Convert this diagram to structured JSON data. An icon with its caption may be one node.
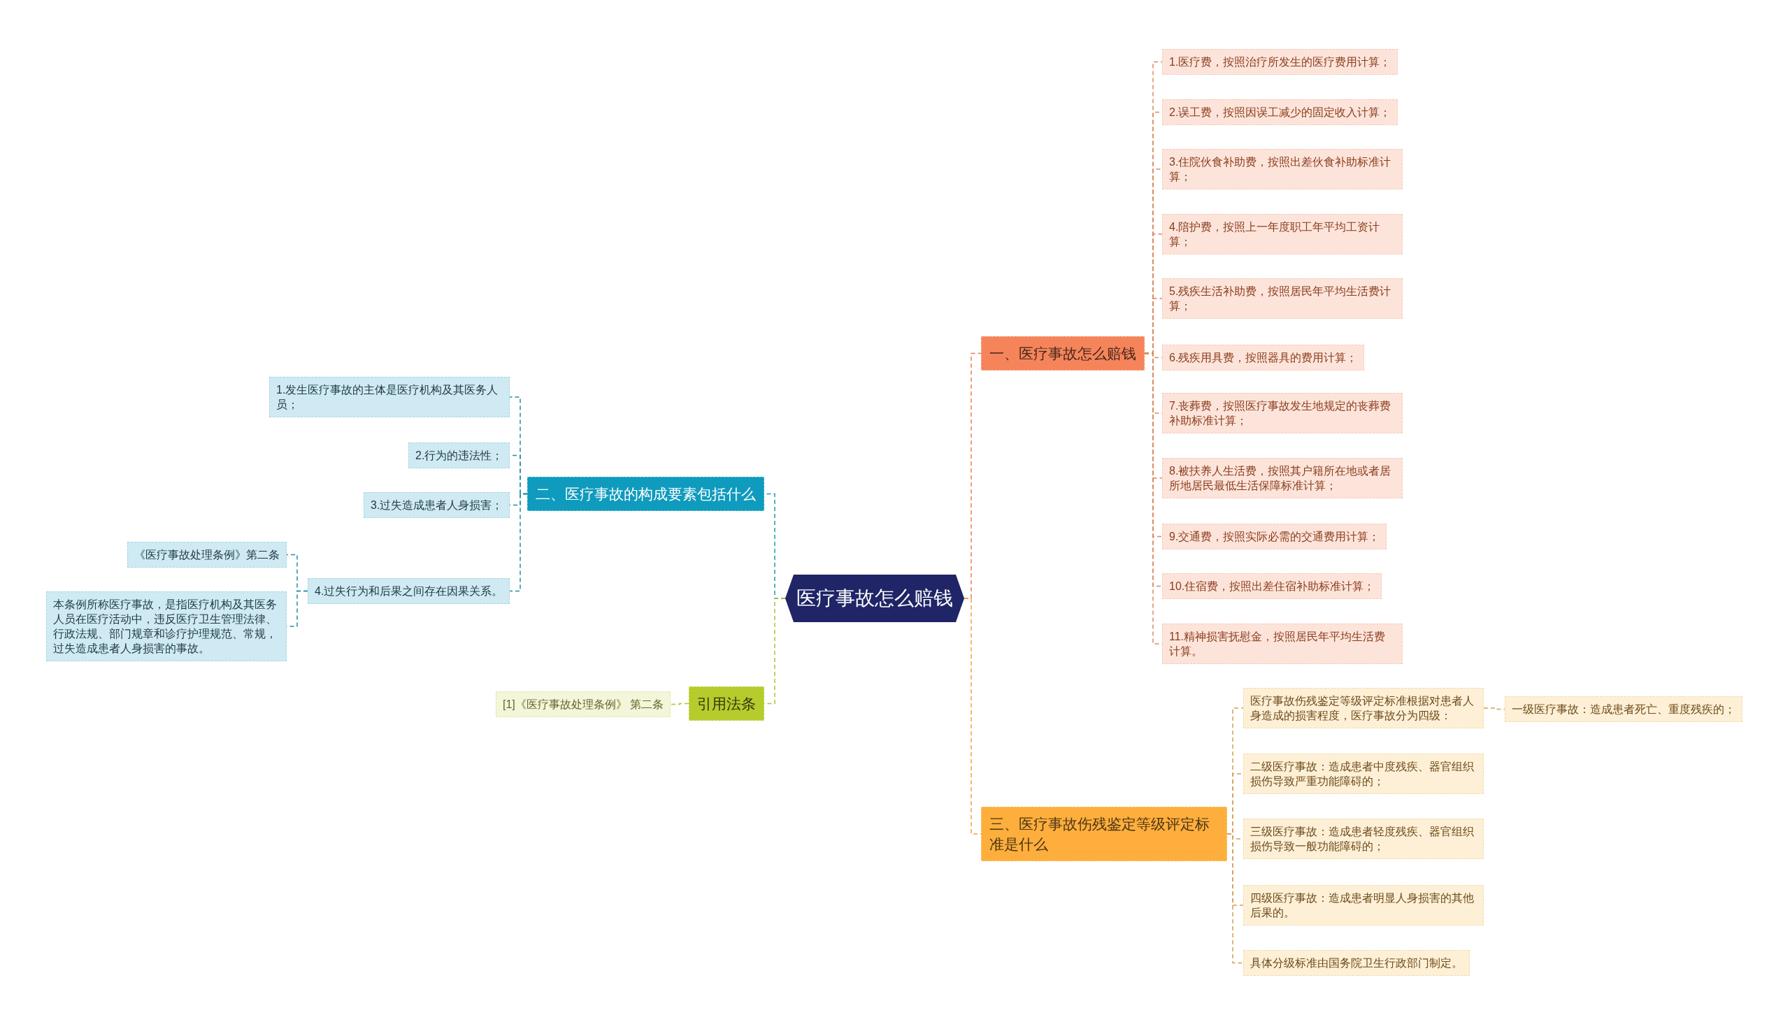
{
  "diagram": {
    "nodes": [
      {
        "text": [
          "医疗事故怎么赔钱"
        ]
      },
      {
        "text": [
          "一、医疗事故怎么赔钱"
        ]
      },
      {
        "text": [
          "1.医疗费，按照治疗所发生的医疗费用计算；"
        ]
      },
      {
        "text": [
          "2.误工费，按照因误工减少的固定收入计算；"
        ]
      },
      {
        "text": [
          "3.住院伙食补助费，按照出差伙食补助标准计算；"
        ]
      },
      {
        "text": [
          "4.陪护费，按照上一年度职工年平均工资计算；"
        ]
      },
      {
        "text": [
          "5.残疾生活补助费，按照居民年平均生活费计算；"
        ]
      },
      {
        "text": [
          "6.残疾用具费，按照器具的费用计算；"
        ]
      },
      {
        "text": [
          "7.丧葬费，按照医疗事故发生地规定的丧葬费补助标准计算；"
        ]
      },
      {
        "text": [
          "8.被扶养人生活费，按照其户籍所在地或者居所地居民最低生活保障标准计算；"
        ]
      },
      {
        "text": [
          "9.交通费，按照实际必需的交通费用计算；"
        ]
      },
      {
        "text": [
          "10.住宿费，按照出差住宿补助标准计算；"
        ]
      },
      {
        "text": [
          "11.精神损害抚慰金，按照居民年平均生活费计算。"
        ]
      },
      {
        "text": [
          "三、医疗事故伤残鉴定等级评定标准是什么"
        ]
      },
      {
        "text": [
          "医疗事故伤残鉴定等级评定标准根据对患者人身造成的损害程度，医疗事故分为四级："
        ]
      },
      {
        "text": [
          "一级医疗事故：造成患者死亡、重度残疾的；"
        ]
      },
      {
        "text": [
          "二级医疗事故：造成患者中度残疾、器官组织损伤导致严重功能障碍的；"
        ]
      },
      {
        "text": [
          "三级医疗事故：造成患者轻度残疾、器官组织损伤导致一般功能障碍的；"
        ]
      },
      {
        "text": [
          "四级医疗事故：造成患者明显人身损害的其他后果的。"
        ]
      },
      {
        "text": [
          "具体分级标准由国务院卫生行政部门制定。"
        ]
      },
      {
        "text": [
          "二、医疗事故的构成要素包括什么"
        ]
      },
      {
        "text": [
          "1.发生医疗事故的主体是医疗机构及其医务人员；"
        ]
      },
      {
        "text": [
          "2.行为的违法性；"
        ]
      },
      {
        "text": [
          "3.过失造成患者人身损害；"
        ]
      },
      {
        "text": [
          "4.过失行为和后果之间存在因果关系。"
        ]
      },
      {
        "text": [
          "《医疗事故处理条例》第二条"
        ]
      },
      {
        "text": [
          "本条例所称医疗事故，是指医疗机构及其医务人员在医疗活动中，违反医疗卫生管理法律、行政法规、部门规章和诊疗护理规范、常规，过失造成患者人身损害的事故。"
        ]
      },
      {
        "text": [
          "引用法条"
        ]
      },
      {
        "text": [
          "[1]《医疗事故处理条例》 第二条"
        ]
      }
    ],
    "edges": [
      {
        "from": 0,
        "to": 1,
        "arrow": "none",
        "style": "dashed",
        "color": "#ec7f55"
      },
      {
        "from": 1,
        "to": 2,
        "arrow": "none",
        "style": "dashed",
        "color": "#d98a63"
      },
      {
        "from": 1,
        "to": 3,
        "arrow": "none",
        "style": "dashed",
        "color": "#d98a63"
      },
      {
        "from": 1,
        "to": 4,
        "arrow": "none",
        "style": "dashed",
        "color": "#d98a63"
      },
      {
        "from": 1,
        "to": 5,
        "arrow": "none",
        "style": "dashed",
        "color": "#d98a63"
      },
      {
        "from": 1,
        "to": 6,
        "arrow": "none",
        "style": "dashed",
        "color": "#d98a63"
      },
      {
        "from": 1,
        "to": 7,
        "arrow": "none",
        "style": "dashed",
        "color": "#d98a63"
      },
      {
        "from": 1,
        "to": 8,
        "arrow": "none",
        "style": "dashed",
        "color": "#d98a63"
      },
      {
        "from": 1,
        "to": 9,
        "arrow": "none",
        "style": "dashed",
        "color": "#d98a63"
      },
      {
        "from": 1,
        "to": 10,
        "arrow": "none",
        "style": "dashed",
        "color": "#d98a63"
      },
      {
        "from": 1,
        "to": 11,
        "arrow": "none",
        "style": "dashed",
        "color": "#d98a63"
      },
      {
        "from": 1,
        "to": 12,
        "arrow": "none",
        "style": "dashed",
        "color": "#d98a63"
      },
      {
        "from": 0,
        "to": 13,
        "arrow": "none",
        "style": "dashed",
        "color": "#f0a43a"
      },
      {
        "from": 13,
        "to": 14,
        "arrow": "none",
        "style": "dashed",
        "color": "#d4a156"
      },
      {
        "from": 14,
        "to": 15,
        "arrow": "none",
        "style": "dashed",
        "color": "#d4a156"
      },
      {
        "from": 13,
        "to": 16,
        "arrow": "none",
        "style": "dashed",
        "color": "#d4a156"
      },
      {
        "from": 13,
        "to": 17,
        "arrow": "none",
        "style": "dashed",
        "color": "#d4a156"
      },
      {
        "from": 13,
        "to": 18,
        "arrow": "none",
        "style": "dashed",
        "color": "#d4a156"
      },
      {
        "from": 13,
        "to": 19,
        "arrow": "none",
        "style": "dashed",
        "color": "#d4a156"
      },
      {
        "from": 0,
        "to": 20,
        "arrow": "none",
        "style": "dashed",
        "color": "#1e98b6"
      },
      {
        "from": 20,
        "to": 21,
        "arrow": "none",
        "style": "dashed",
        "color": "#2a8ba3"
      },
      {
        "from": 20,
        "to": 22,
        "arrow": "none",
        "style": "dashed",
        "color": "#2a8ba3"
      },
      {
        "from": 20,
        "to": 23,
        "arrow": "none",
        "style": "dashed",
        "color": "#2a8ba3"
      },
      {
        "from": 20,
        "to": 24,
        "arrow": "none",
        "style": "dashed",
        "color": "#2a8ba3"
      },
      {
        "from": 24,
        "to": 25,
        "arrow": "none",
        "style": "dashed",
        "color": "#2a8ba3"
      },
      {
        "from": 24,
        "to": 26,
        "arrow": "none",
        "style": "dashed",
        "color": "#2a8ba3"
      },
      {
        "from": 0,
        "to": 27,
        "arrow": "none",
        "style": "dashed",
        "color": "#a9c23a"
      },
      {
        "from": 27,
        "to": 28,
        "arrow": "none",
        "style": "dashed",
        "color": "#a9c23a"
      }
    ]
  }
}
